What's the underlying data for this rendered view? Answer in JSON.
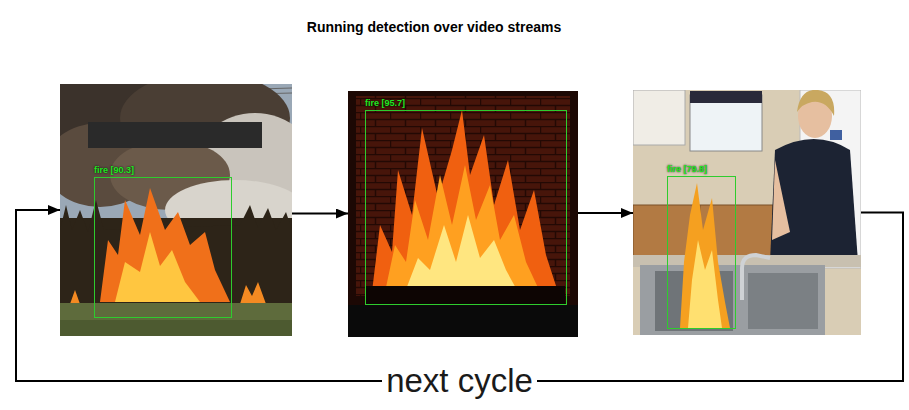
{
  "diagram": {
    "title": "Running detection over video streams",
    "nodes": [
      {
        "text": [
          "fire [90.3]"
        ]
      },
      {
        "text": [
          "fire [95.7]"
        ]
      },
      {
        "text": [
          "fire [79.8]"
        ]
      }
    ],
    "edges": [
      {
        "from": 0,
        "to": 1,
        "arrow": "to"
      },
      {
        "from": 1,
        "to": 2,
        "arrow": "to"
      },
      {
        "from": 2,
        "to": 0,
        "label": "next cycle",
        "arrow": "to"
      }
    ]
  }
}
